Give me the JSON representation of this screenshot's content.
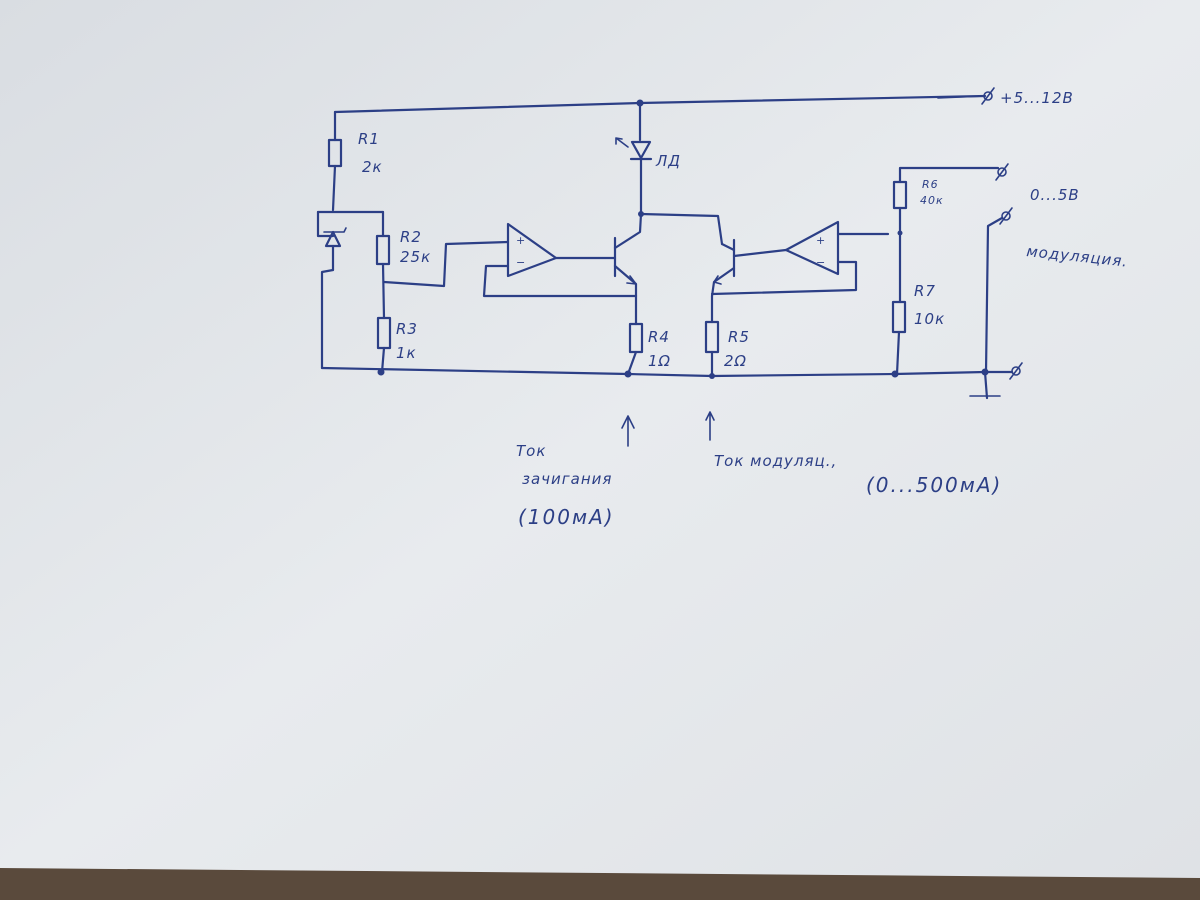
{
  "supply": {
    "terminal": "+5...12В"
  },
  "output_terminal": {
    "range": "0...5В",
    "label": "модуляция."
  },
  "components": {
    "r1": {
      "ref": "R1",
      "value": "2к"
    },
    "r2": {
      "ref": "R2",
      "value": "25к"
    },
    "r3": {
      "ref": "R3",
      "value": "1к"
    },
    "r4": {
      "ref": "R4",
      "value": "1Ω"
    },
    "r5": {
      "ref": "R5",
      "value": "2Ω"
    },
    "r6": {
      "ref": "R6",
      "value": "40к"
    },
    "r7": {
      "ref": "R7",
      "value": "10к"
    },
    "ld": {
      "ref": "ЛД"
    },
    "op1": {
      "plus": "+",
      "minus": "−"
    },
    "op2": {
      "plus": "+",
      "minus": "−"
    }
  },
  "annotations": {
    "bias_current": {
      "line1": "Ток",
      "line2": "зачигания",
      "line3": "(100мА)"
    },
    "mod_current": {
      "line1": "Ток модуляц.,",
      "line2": "(0...500мА)"
    }
  },
  "colors": {
    "ink": "#2c3f86",
    "paper": "#e6e9ec",
    "table": "#5a4a3c"
  }
}
